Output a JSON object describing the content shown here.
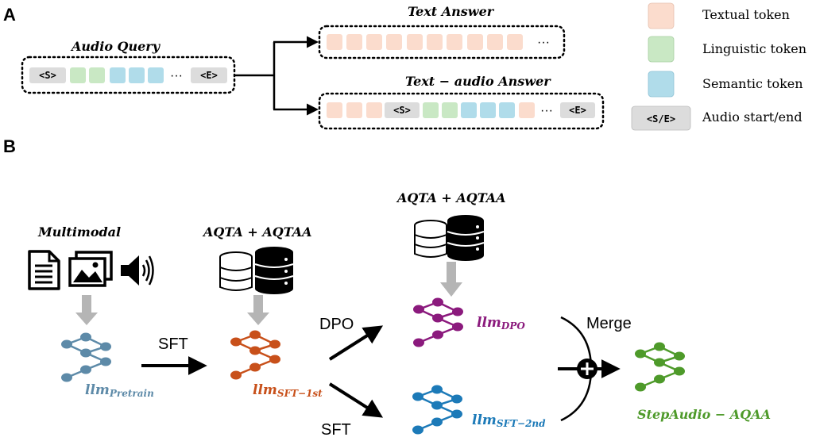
{
  "panel_a": {
    "letter": "A",
    "query_label": "Audio Query",
    "text_answer_label": "Text Answer",
    "text_audio_answer_label": "Text − audio Answer",
    "start_token": "<S>",
    "end_token": "<E>",
    "ellipsis": "···",
    "legend": [
      {
        "label": "Textual token",
        "color": "#fbdccd"
      },
      {
        "label": "Linguistic token",
        "color": "#c9e8c4"
      },
      {
        "label": "Semantic token",
        "color": "#b0dcea"
      },
      {
        "label": "Audio start/end",
        "chip": "<S/E>",
        "color": "#dcdcdc"
      }
    ]
  },
  "panel_b": {
    "letter": "B",
    "multimodal_label": "Multimodal",
    "data_label_1": "AQTA + AQTAA",
    "data_label_2": "AQTA + AQTAA",
    "sft_label": "SFT",
    "dpo_label": "DPO",
    "sft2_label": "SFT",
    "merge_label": "Merge",
    "models": [
      {
        "base": "llm",
        "sub": "Pretrain",
        "color": "#5d8aa8"
      },
      {
        "base": "llm",
        "sub": "SFT−1st",
        "color": "#c8501a"
      },
      {
        "base": "llm",
        "sub": "DPO",
        "color": "#8b1a7d"
      },
      {
        "base": "llm",
        "sub": "SFT−2nd",
        "color": "#1c7ab8"
      },
      {
        "name": "StepAudio − AQAA",
        "color": "#4e9a2a"
      }
    ],
    "icons": [
      "document-icon",
      "image-icon",
      "speaker-icon",
      "database-icon"
    ]
  }
}
